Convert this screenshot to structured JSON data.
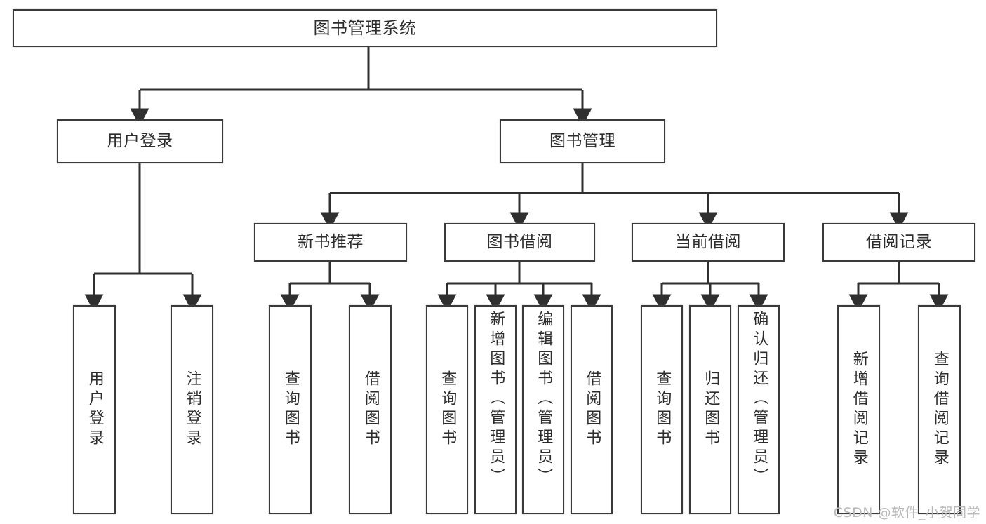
{
  "diagram": {
    "title": "图书管理系统",
    "type": "tree-hierarchy-chart",
    "line_color": "#3a3a3a",
    "box_fill": "#ffffff",
    "text_color": "#2d2d2d"
  },
  "nodes": {
    "root": {
      "label": "图书管理系统"
    },
    "level2": [
      {
        "label": "用户登录"
      },
      {
        "label": "图书管理"
      }
    ],
    "level3": [
      {
        "label": "新书推荐"
      },
      {
        "label": "图书借阅"
      },
      {
        "label": "当前借阅"
      },
      {
        "label": "借阅记录"
      }
    ],
    "leaves_user_login": [
      {
        "label": "用户登录"
      },
      {
        "label": "注销登录"
      }
    ],
    "leaves_new_book": [
      {
        "label": "查询图书"
      },
      {
        "label": "借阅图书"
      }
    ],
    "leaves_borrow": [
      {
        "label": "查询图书"
      },
      {
        "label": "新增图书（管理员）"
      },
      {
        "label": "编辑图书（管理员）"
      },
      {
        "label": "借阅图书"
      }
    ],
    "leaves_current": [
      {
        "label": "查询图书"
      },
      {
        "label": "归还图书"
      },
      {
        "label": "确认归还（管理员）"
      }
    ],
    "leaves_records": [
      {
        "label": "新增借阅记录"
      },
      {
        "label": "查询借阅记录"
      }
    ]
  },
  "watermark": {
    "text": "CSDN @软件_小贺同学"
  }
}
